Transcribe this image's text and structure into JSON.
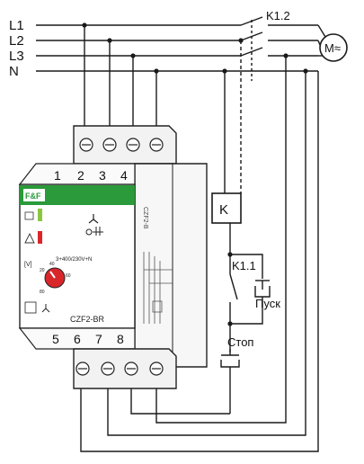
{
  "lines": {
    "l1": "L1",
    "l2": "L2",
    "l3": "L3",
    "n": "N"
  },
  "contactor": {
    "main_label": "K1.2",
    "coil_label": "K",
    "aux_label": "K1.1"
  },
  "motor": {
    "label": "M≈"
  },
  "buttons": {
    "start": "Пуск",
    "stop": "Стоп"
  },
  "relay": {
    "terminals_top": [
      "1",
      "2",
      "3",
      "4"
    ],
    "terminals_bottom": [
      "5",
      "6",
      "7",
      "8"
    ],
    "model": "CZF2-BR",
    "side_model": "CZF2-B",
    "rating": "3+400/230V+N",
    "dial_unit": "[V]",
    "dial_values": [
      "20",
      "40",
      "60",
      "80"
    ],
    "brand": "F&F"
  },
  "colors": {
    "wire": "#1a1a1a",
    "brand_green": "#2a9a3a",
    "led_green": "#8bc63f",
    "led_red": "#d8262b",
    "dial_red": "#d8262b"
  }
}
